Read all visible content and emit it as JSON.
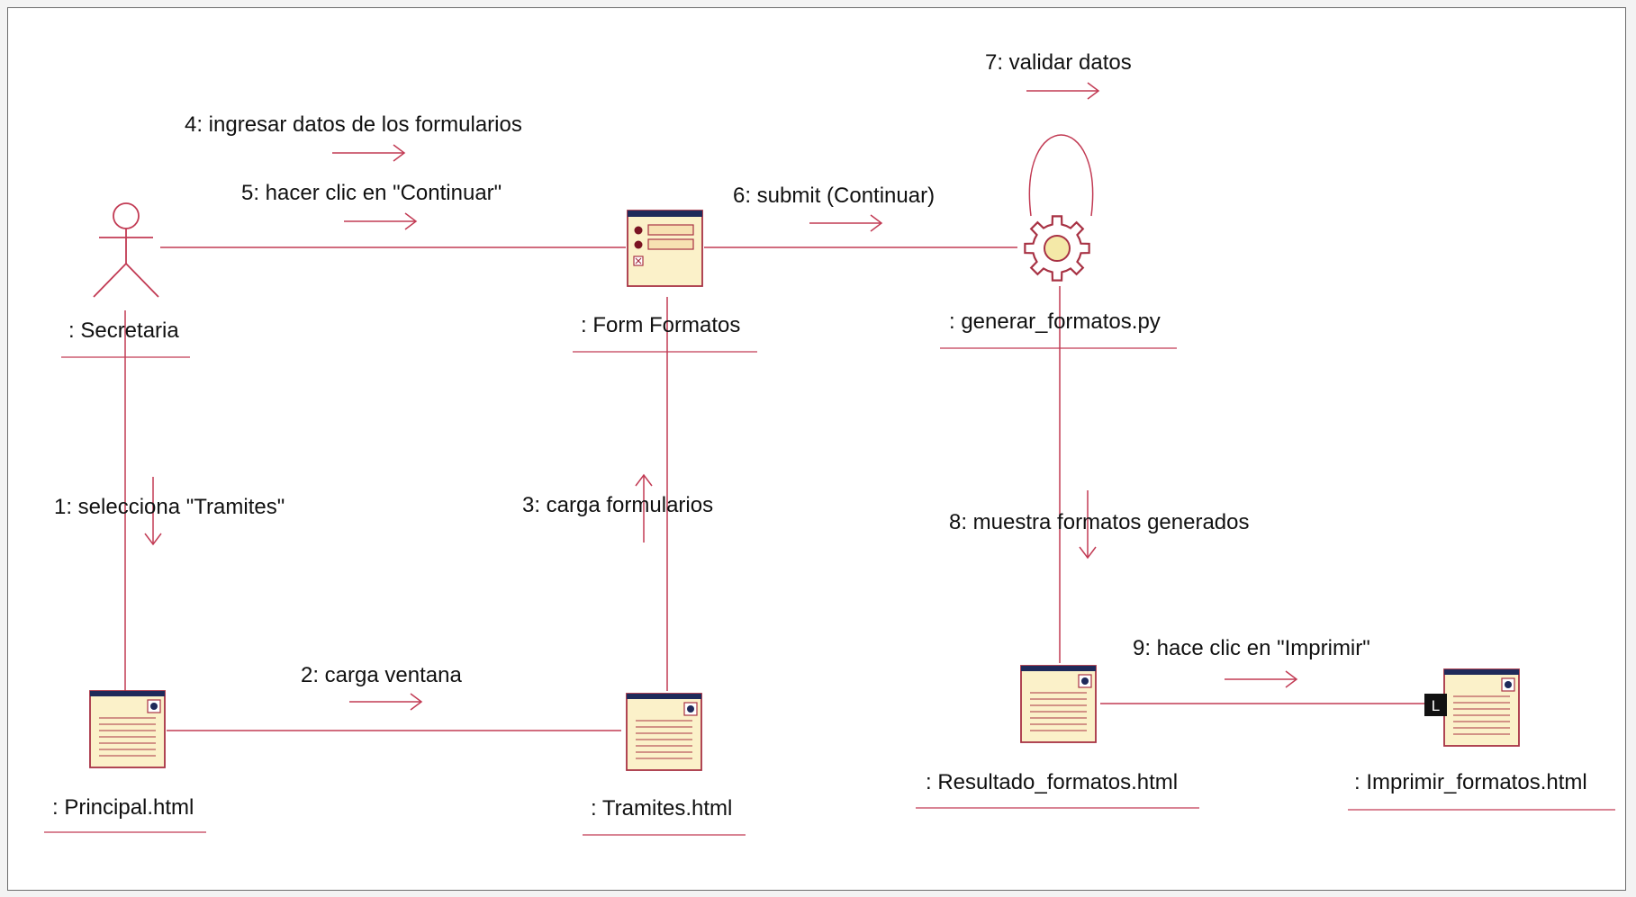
{
  "colors": {
    "line": "#c23b54",
    "icon_fill": "#fbf1c9",
    "icon_border": "#a83244",
    "icon_title": "#1f2a5a",
    "text": "#111111"
  },
  "objects": [
    {
      "id": "secretaria",
      "label": ": Secretaria",
      "icon": "actor-icon"
    },
    {
      "id": "form_formatos",
      "label": ": Form Formatos",
      "icon": "form-icon"
    },
    {
      "id": "generar",
      "label": ": generar_formatos.py",
      "icon": "gear-icon"
    },
    {
      "id": "principal",
      "label": ": Principal.html",
      "icon": "page-icon"
    },
    {
      "id": "tramites",
      "label": ": Tramites.html",
      "icon": "page-icon"
    },
    {
      "id": "resultado",
      "label": ": Resultado_formatos.html",
      "icon": "page-icon"
    },
    {
      "id": "imprimir",
      "label": ": Imprimir_formatos.html",
      "icon": "page-icon"
    }
  ],
  "messages": [
    {
      "id": "m1",
      "text": "1: selecciona \"Tramites\""
    },
    {
      "id": "m2",
      "text": "2: carga ventana"
    },
    {
      "id": "m3",
      "text": "3: carga formularios"
    },
    {
      "id": "m4",
      "text": "4: ingresar datos de los formularios"
    },
    {
      "id": "m5",
      "text": "5: hacer clic en \"Continuar\""
    },
    {
      "id": "m6",
      "text": "6: submit (Continuar)"
    },
    {
      "id": "m7",
      "text": "7: validar datos"
    },
    {
      "id": "m8",
      "text": "8: muestra formatos generados"
    },
    {
      "id": "m9",
      "text": "9: hace clic en \"Imprimir\""
    }
  ],
  "badge": "L"
}
